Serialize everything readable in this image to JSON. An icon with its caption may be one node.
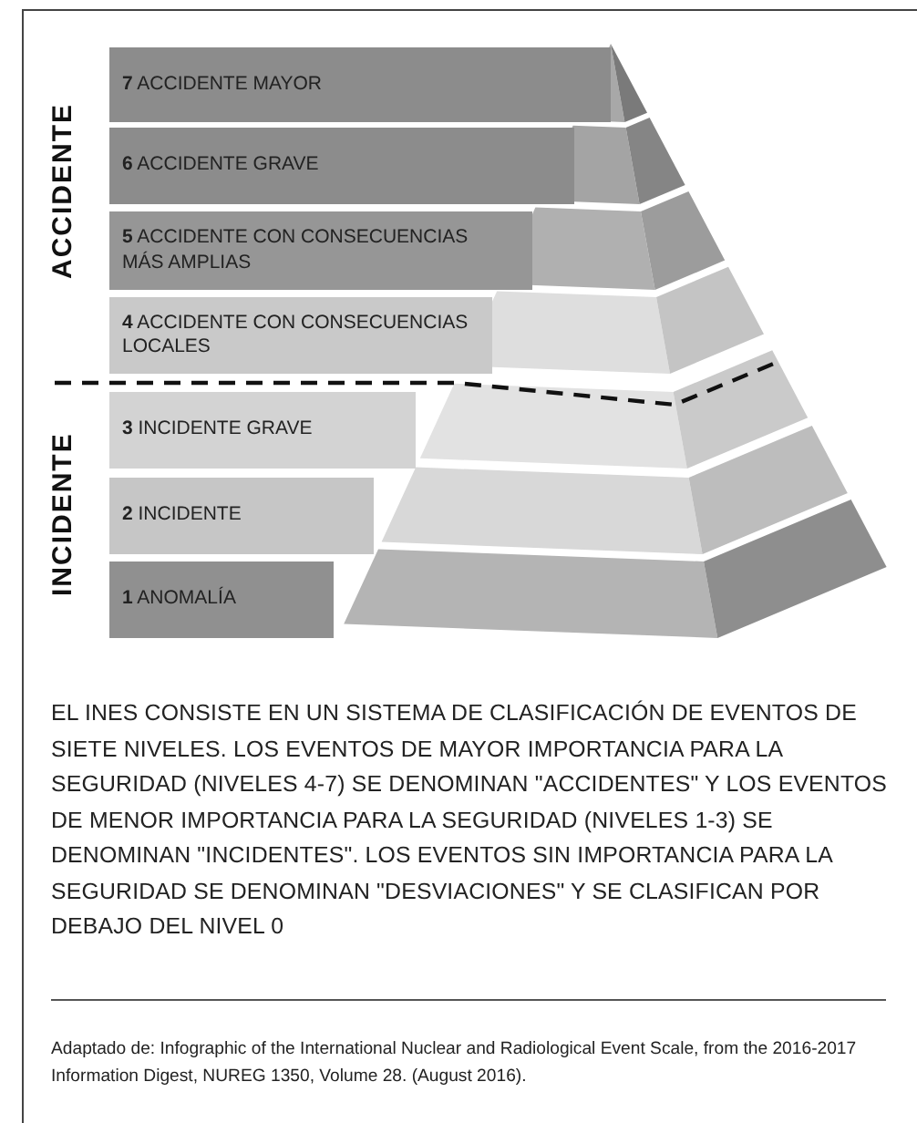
{
  "diagram": {
    "nodes": [
      {
        "text": [
          "**7** ACCIDENTE MAYOR"
        ]
      },
      {
        "text": [
          "**6** ACCIDENTE GRAVE"
        ]
      },
      {
        "text": [
          "**5** ACCIDENTE CON CONSECUENCIAS MÁS AMPLIAS"
        ]
      },
      {
        "text": [
          "**4** ACCIDENTE CON CONSECUENCIAS LOCALES"
        ]
      },
      {
        "text": [
          "**3** INCIDENTE GRAVE"
        ]
      },
      {
        "text": [
          "**2** INCIDENTE"
        ]
      },
      {
        "text": [
          "**1** ANOMALÍA"
        ]
      }
    ],
    "edges": [],
    "labels": [
      "ACCIDENTE",
      "INCIDENTE",
      "EL INES CONSISTE EN UN SISTEMA DE CLASIFICACIÓN DE EVENTOS DE SIETE NIVELES. LOS EVENTOS DE MAYOR IMPORTANCIA PARA LA SEGURIDAD (NIVELES 4-7) SE DENOMINAN \"ACCIDENTES\" Y LOS EVENTOS DE MENOR IMPORTANCIA PARA LA SEGURIDAD (NIVELES 1-3) SE DENOMINAN \"INCIDENTES\". LOS EVENTOS SIN IMPORTANCIA PARA LA SEGURIDAD SE DENOMINAN \"DESVIACIONES\" Y SE CLASIFICAN POR DEBAJO DEL NIVEL 0",
      "Adaptado de: Infographic of the International Nuclear and Radiological Event Scale, from the 2016-2017 Information Digest, NUREG 1350, Volume 28. (August 2016)."
    ]
  }
}
